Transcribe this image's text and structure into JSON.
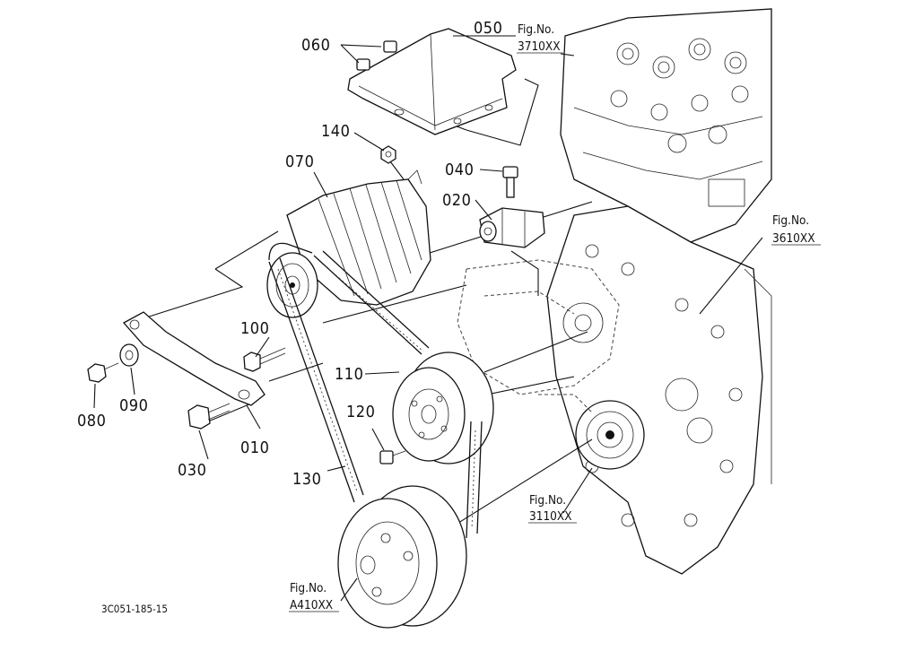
{
  "parts": [
    {
      "id": "010",
      "label": "010"
    },
    {
      "id": "020",
      "label": "020"
    },
    {
      "id": "030",
      "label": "030"
    },
    {
      "id": "040",
      "label": "040"
    },
    {
      "id": "050",
      "label": "050"
    },
    {
      "id": "060",
      "label": "060"
    },
    {
      "id": "070",
      "label": "070"
    },
    {
      "id": "080",
      "label": "080"
    },
    {
      "id": "090",
      "label": "090"
    },
    {
      "id": "100",
      "label": "100"
    },
    {
      "id": "110",
      "label": "110"
    },
    {
      "id": "120",
      "label": "120"
    },
    {
      "id": "130",
      "label": "130"
    },
    {
      "id": "140",
      "label": "140"
    }
  ],
  "figure_refs": {
    "fig_3710": {
      "prefix": "Fig.No.",
      "number": "3710XX"
    },
    "fig_3610": {
      "prefix": "Fig.No.",
      "number": "3610XX"
    },
    "fig_3110": {
      "prefix": "Fig.No.",
      "number": "3110XX"
    },
    "fig_a410": {
      "prefix": "Fig.No.",
      "number": "A410XX"
    }
  },
  "drawing_code": "3C051-185-15"
}
